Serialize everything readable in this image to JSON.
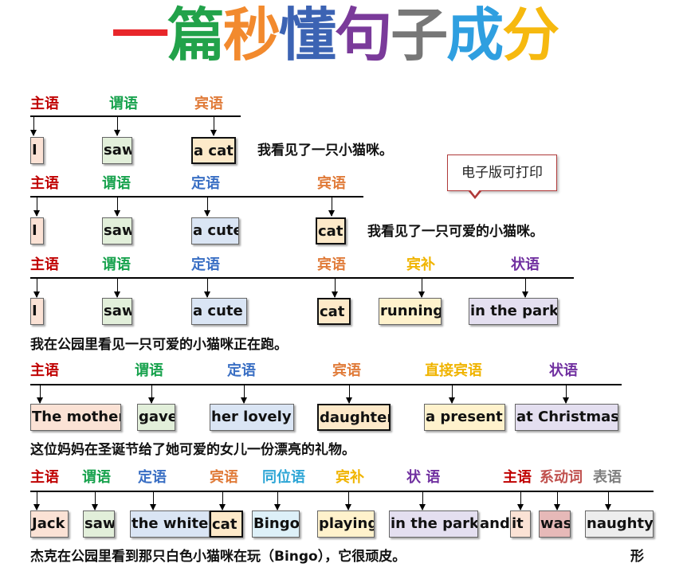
{
  "title": {
    "chars": [
      "一",
      "篇",
      "秒",
      "懂",
      "句",
      "子",
      "成",
      "分"
    ],
    "colors": [
      "#e8262a",
      "#22a24a",
      "#f28a2e",
      "#3c63b3",
      "#7a3a9a",
      "#777777",
      "#2f9fe0",
      "#f6b90f"
    ]
  },
  "callout": "电子版可打印",
  "rows": [
    {
      "labels": [
        "主语",
        "谓语",
        "宾语"
      ],
      "words": [
        "I",
        "saw",
        "a cat."
      ],
      "translation": "我看见了一只小猫咪。"
    },
    {
      "labels": [
        "主语",
        "谓语",
        "定语",
        "宾语"
      ],
      "words": [
        "I",
        "saw",
        "a cute",
        "cat."
      ],
      "translation": "我看见了一只可爱的小猫咪。"
    },
    {
      "labels": [
        "主语",
        "谓语",
        "定语",
        "宾语",
        "宾补",
        "状语"
      ],
      "words": [
        "I",
        "saw",
        "a cute",
        "cat",
        "running",
        "in the park."
      ],
      "translation": "我在公园里看见一只可爱的小猫咪正在跑。"
    },
    {
      "labels": [
        "主语",
        "谓语",
        "定语",
        "宾语",
        "直接宾语",
        "状语"
      ],
      "words": [
        "The mother",
        "gave",
        "her lovely",
        "daughter",
        "a present",
        "at Christmas."
      ],
      "translation": "这位妈妈在圣诞节给了她可爱的女儿一份漂亮的礼物。"
    },
    {
      "labels": [
        "主语",
        "谓语",
        "定语",
        "宾语",
        "同位语",
        "宾补",
        "状 语",
        "主语",
        "系动词",
        "表语"
      ],
      "words": [
        "Jack",
        "saw",
        "the white",
        "cat",
        "Bingo",
        "playing",
        "in the park",
        "and",
        "it",
        "was",
        "naughty."
      ],
      "translation": "杰克在公园里看到那只白色小猫咪在玩（Bingo），它很顽皮。",
      "extra": "形"
    }
  ]
}
